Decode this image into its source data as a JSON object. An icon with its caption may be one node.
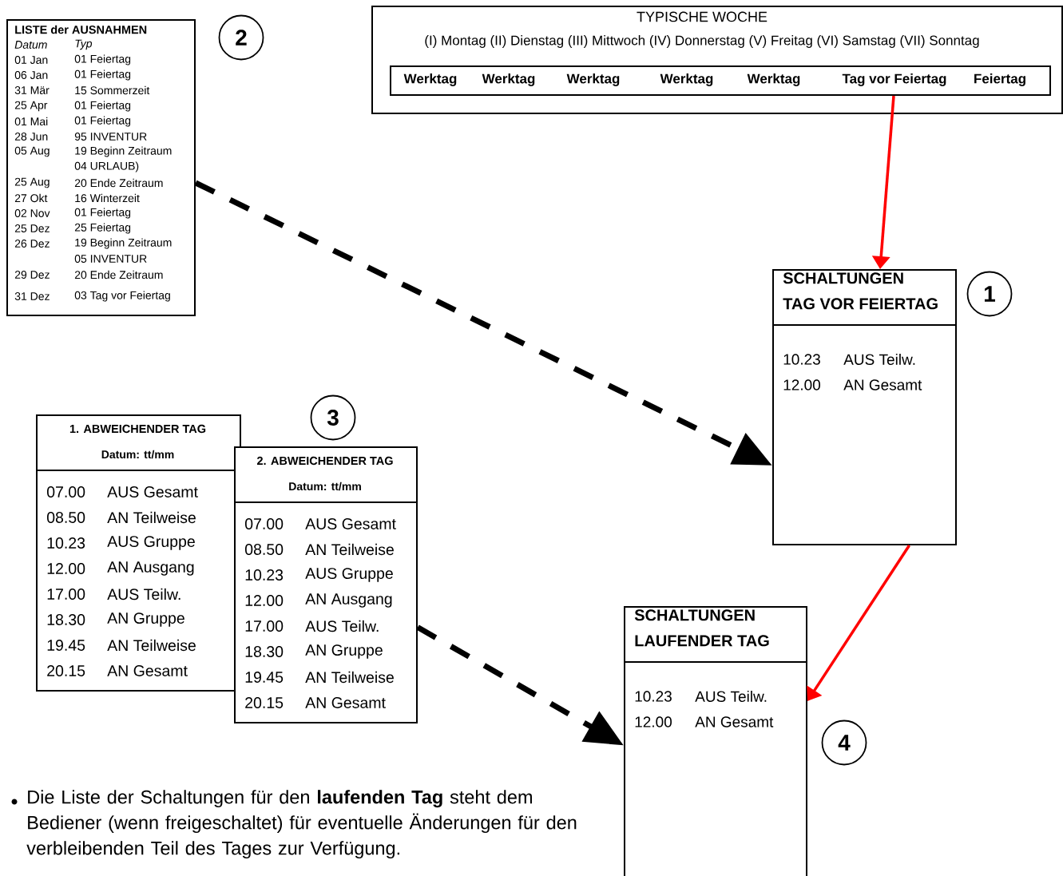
{
  "diagram": {
    "nodes": [
      {
        "text": [
          "LISTE der AUSNAHMEN",
          "Datum",
          "Typ",
          "01 Jan",
          "01 Feiertag",
          "06 Jan",
          "01 Feiertag",
          "31 Mär",
          "15 Sommerzeit",
          "25 Apr",
          "01 Feiertag",
          "01 Mai",
          "01 Feiertag",
          "28 Jun",
          "95 INVENTUR",
          "05 Aug",
          "19 Beginn Zeitraum",
          "04 URLAUB)",
          "25 Aug",
          "20 Ende Zeitraum",
          "27 Okt",
          "16 Winterzeit",
          "02 Nov",
          "01 Feiertag",
          "25 Dez",
          "25 Feiertag",
          "26 Dez",
          "19 Beginn Zeitraum",
          "05 INVENTUR",
          "29 Dez",
          "20 Ende Zeitraum",
          "31 Dez",
          "03 Tag vor Feiertag"
        ]
      },
      {
        "text": [
          "2"
        ]
      },
      {
        "text": [
          "TYPISCHE WOCHE",
          "(I) Montag (II) Dienstag (III) Mittwoch (IV) Donnerstag (V) Freitag (VI) Samstag (VII) Sonntag"
        ]
      },
      {
        "text": [
          "Werktag",
          "Werktag",
          "Werktag",
          "Werktag",
          "Werktag",
          "Tag vor Feiertag",
          "Feiertag"
        ],
        "in": 2
      },
      {
        "text": [
          "SCHALTUNGEN TAG VOR FEIERTAG",
          "10.23",
          "AUS Teilw.",
          "12.00",
          "AN Gesamt"
        ]
      },
      {
        "text": [
          "1"
        ]
      },
      {
        "text": [
          "1. ABWEICHENDER TAG",
          "Datum: tt/mm",
          "07.00",
          "AUS Gesamt",
          "08.50",
          "AN Teilweise",
          "10.23",
          "AUS Gruppe",
          "12.00",
          "AN Ausgang",
          "17.00",
          "AUS Teilw.",
          "18.30",
          "AN Gruppe",
          "19.45",
          "AN Teilweise",
          "20.15",
          "AN Gesamt"
        ]
      },
      {
        "text": [
          "3"
        ]
      },
      {
        "text": [
          "2. ABWEICHENDER TAG",
          "Datum: tt/mm",
          "07.00",
          "AUS Gesamt",
          "08.50",
          "AN Teilweise",
          "10.23",
          "AUS Gruppe",
          "12.00",
          "AN Ausgang",
          "17.00",
          "AUS Teilw.",
          "18.30",
          "AN Gruppe",
          "19.45",
          "AN Teilweise",
          "20.15",
          "AN Gesamt"
        ]
      },
      {
        "text": [
          "SCHALTUNGEN LAUFENDER TAG",
          "10.23",
          "AUS Teilw.",
          "12.00",
          "AN Gesamt"
        ]
      },
      {
        "text": [
          "4"
        ]
      }
    ],
    "edges": [
      {
        "from": 0,
        "to": 4,
        "arrow": "to",
        "style": "dashed",
        "color": "#000000"
      },
      {
        "from": 3,
        "to": 4,
        "arrow": "to",
        "color": "#ff0000"
      },
      {
        "from": 4,
        "to": 9,
        "arrow": "to",
        "color": "#ff0000"
      },
      {
        "from": 8,
        "to": 9,
        "arrow": "to",
        "style": "dashed",
        "color": "#000000"
      }
    ],
    "labels": [
      "Die Liste der Schaltungen für den **laufenden Tag** steht dem Bediener (wenn freigeschaltet) für eventuelle Änderungen für den verbleibenden Teil des Tages zur Verfügung."
    ]
  }
}
